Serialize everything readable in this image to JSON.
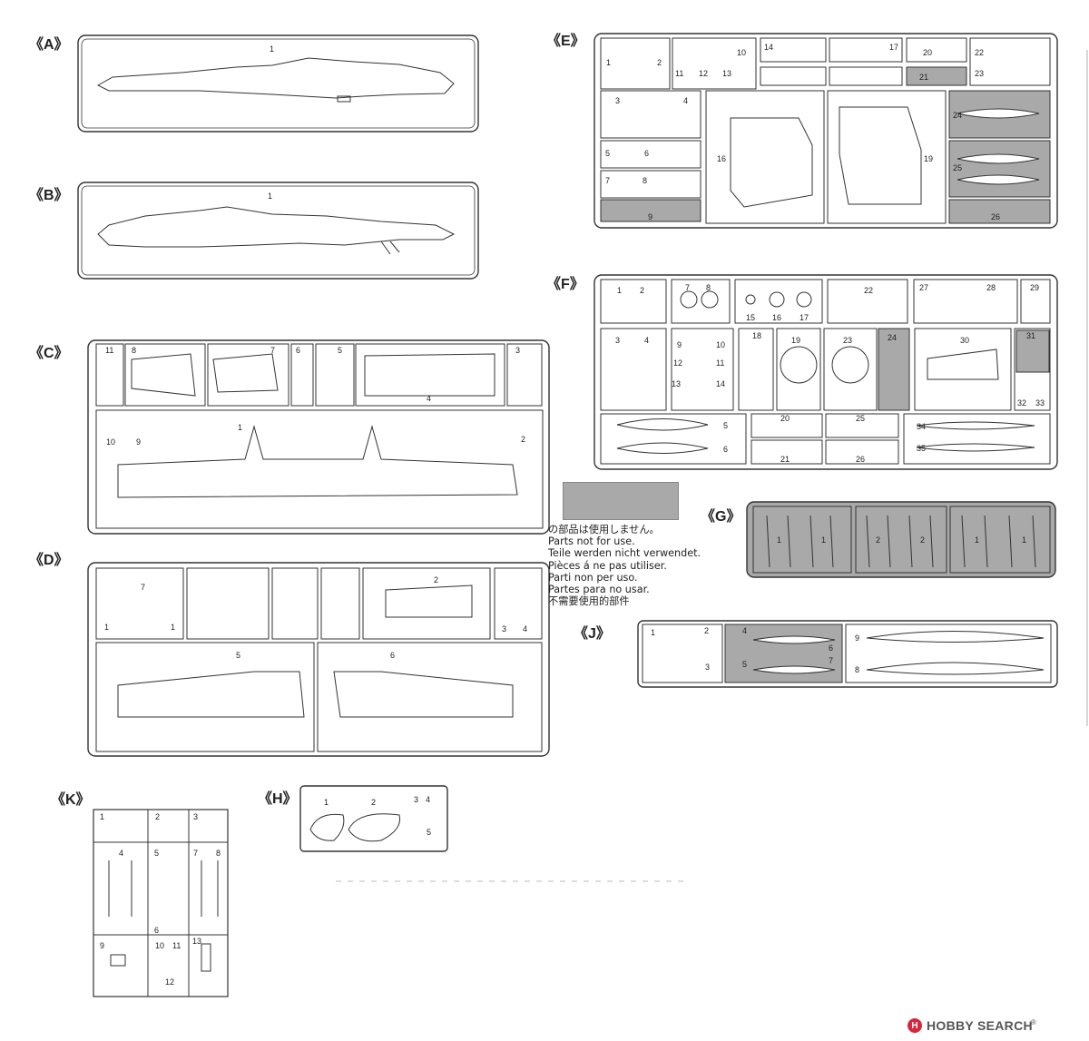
{
  "frames": {
    "A": "《A》",
    "B": "《B》",
    "C": "《C》",
    "D": "《D》",
    "E": "《E》",
    "F": "《F》",
    "G": "《G》",
    "H": "《H》",
    "J": "《J》",
    "K": "《K》"
  },
  "parts": {
    "A": [
      "1"
    ],
    "B": [
      "1"
    ],
    "C": [
      "11",
      "8",
      "7",
      "6",
      "5",
      "3",
      "4",
      "1",
      "10",
      "9",
      "2"
    ],
    "D": [
      "7",
      "1",
      "1",
      "2",
      "3",
      "4",
      "5",
      "6"
    ],
    "E": [
      "1",
      "2",
      "10",
      "11",
      "12",
      "13",
      "14",
      "17",
      "20",
      "21",
      "22",
      "23",
      "3",
      "4",
      "5",
      "6",
      "7",
      "8",
      "9",
      "16",
      "19",
      "24",
      "25",
      "26"
    ],
    "F": [
      "1",
      "2",
      "7",
      "8",
      "15",
      "16",
      "17",
      "22",
      "27",
      "28",
      "29",
      "3",
      "4",
      "9",
      "10",
      "12",
      "11",
      "13",
      "14",
      "18",
      "19",
      "23",
      "24",
      "30",
      "31",
      "32",
      "33",
      "5",
      "6",
      "20",
      "21",
      "25",
      "26",
      "34",
      "35"
    ],
    "G": [
      "1",
      "1",
      "2",
      "2",
      "1",
      "1"
    ],
    "H": [
      "1",
      "2",
      "3",
      "4",
      "5"
    ],
    "J": [
      "1",
      "2",
      "3",
      "4",
      "5",
      "6",
      "7",
      "9",
      "8"
    ],
    "K": [
      "1",
      "2",
      "3",
      "4",
      "5",
      "7",
      "8",
      "6",
      "9",
      "10",
      "11",
      "12",
      "13"
    ]
  },
  "legend": {
    "swatch_color": "#a9a9a9",
    "lines": [
      "の部品は使用しません。",
      "Parts not for use.",
      "Teile werden nicht verwendet.",
      "Pièces á ne pas utiliser.",
      "Parti non per uso.",
      "Partes para no usar.",
      "不需要使用的部件"
    ]
  },
  "watermark": {
    "brand": "HOBBY SEARCH",
    "mark": "H",
    "sup": "®",
    "color": "#d7263d"
  }
}
